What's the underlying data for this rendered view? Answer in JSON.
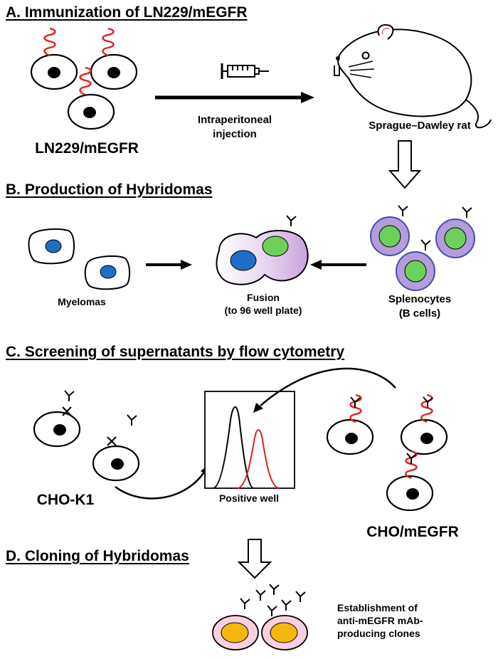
{
  "sections": {
    "a": {
      "heading": "A. Immunization of LN229/mEGFR",
      "cell_label": "LN229/mEGFR",
      "injection_line1": "Intraperitoneal",
      "injection_line2": "injection",
      "rat_label": "Sprague–Dawley rat"
    },
    "b": {
      "heading": "B. Production of Hybridomas",
      "myeloma_label": "Myelomas",
      "fusion_line1": "Fusion",
      "fusion_line2": "(to 96 well plate)",
      "splenocyte_line1": "Splenocytes",
      "splenocyte_line2": "(B cells)"
    },
    "c": {
      "heading": "C. Screening of supernatants by flow cytometry",
      "cho_k1_label": "CHO-K1",
      "positive_label": "Positive well",
      "cho_megfr_label": "CHO/mEGFR"
    },
    "d": {
      "heading": "D. Cloning of Hybridomas",
      "result_line1": "Establishment of",
      "result_line2": "anti-mEGFR mAb-",
      "result_line3": "producing clones"
    }
  },
  "colors": {
    "receptor": "#e02020",
    "nucleus_black": "#000000",
    "nucleus_blue": "#1f6fc8",
    "splenocyte_fill": "#b39ddb",
    "splenocyte_nucleus": "#6dd05a",
    "clone_fill": "#f8d0e0",
    "clone_nucleus": "#f5b80f",
    "hybridoma_fill": "#c9a3dd"
  },
  "icons": [
    "syringe-icon",
    "rat-icon",
    "antibody-icon",
    "hollow-down-arrow-icon",
    "x-mark-icon"
  ]
}
